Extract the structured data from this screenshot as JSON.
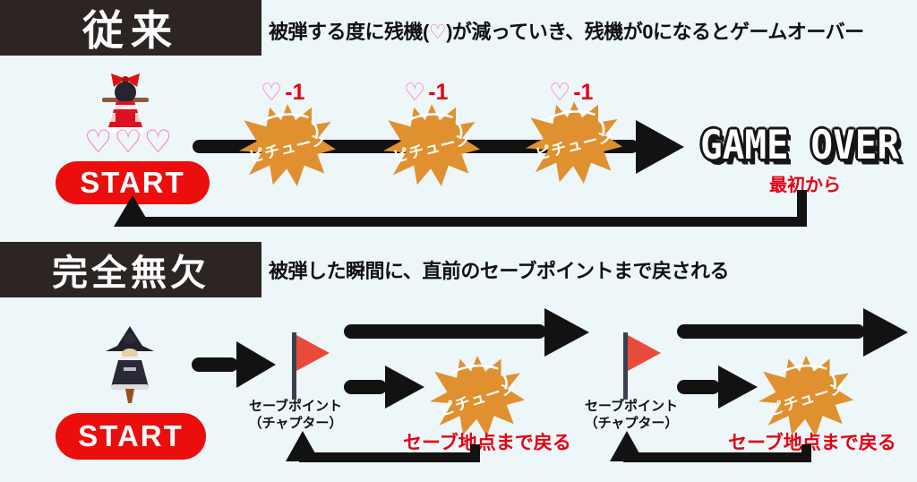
{
  "page": {
    "background": "#edf6f8"
  },
  "colors": {
    "banner_dark": "#2d2523",
    "accent_red": "#ec0d0d",
    "note_red": "#e60012",
    "heart_pink": "#ff6cb5",
    "burst_orange": "#e0902f",
    "flag_red": "#e84b3a",
    "arrow_black": "#121212"
  },
  "section_traditional": {
    "banner": "従来",
    "description": {
      "before": "被弾する度に残機(",
      "heart": "♡",
      "after": ")が減っていき、残機が0になるとゲームオーバー"
    },
    "lives": "♡♡♡",
    "start_label": "START",
    "hits": [
      {
        "heart": "♡",
        "delta": "-1",
        "burst": "ピチューン"
      },
      {
        "heart": "♡",
        "delta": "-1",
        "burst": "ピチューン"
      },
      {
        "heart": "♡",
        "delta": "-1",
        "burst": "ピチューン"
      }
    ],
    "game_over": "GAME OVER",
    "restart_note": "最初から"
  },
  "section_perfect": {
    "banner": "完全無欠",
    "description": "被弾した瞬間に、直前のセーブポイントまで戻される",
    "start_label": "START",
    "checkpoints": [
      {
        "label_line1": "セーブポイント",
        "label_line2": "（チャプター）",
        "burst": "ピチューン",
        "return_note": "セーブ地点まで戻る"
      },
      {
        "label_line1": "セーブポイント",
        "label_line2": "（チャプター）",
        "burst": "ピチューン",
        "return_note": "セーブ地点まで戻る"
      }
    ]
  }
}
